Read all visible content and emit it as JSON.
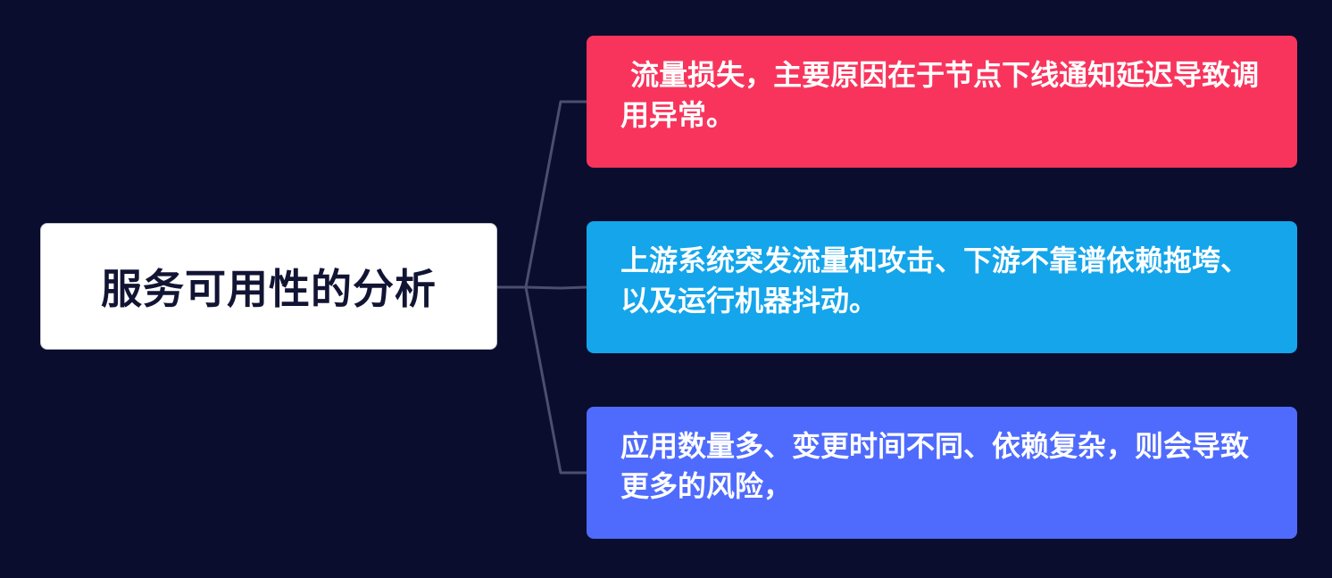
{
  "mindmap": {
    "root": {
      "label": "服务可用性的分析"
    },
    "branches": [
      {
        "text": " 流量损失，主要原因在于节点下线通知延迟导致调用异常。",
        "color": "#f9345c"
      },
      {
        "text": "上游系统突发流量和攻击、下游不靠谱依赖拖垮、以及运行机器抖动。",
        "color": "#14a5eb"
      },
      {
        "text": "应用数量多、变更时间不同、依赖复杂，则会导致更多的风险，",
        "color": "#4f6bfd"
      }
    ],
    "connector_color": "#4a4f6e",
    "background_color": "#0b0d2e"
  }
}
